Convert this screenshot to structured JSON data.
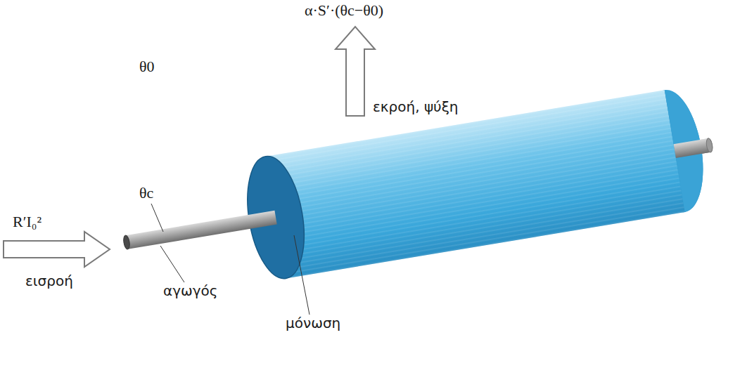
{
  "diagram": {
    "labels": [
      "α·S′·(θc−θ0)",
      "θ0",
      "εκροή, ψύξη",
      "θc",
      "R′I₀²",
      "εισροή",
      "αγωγός",
      "μόνωση"
    ]
  }
}
